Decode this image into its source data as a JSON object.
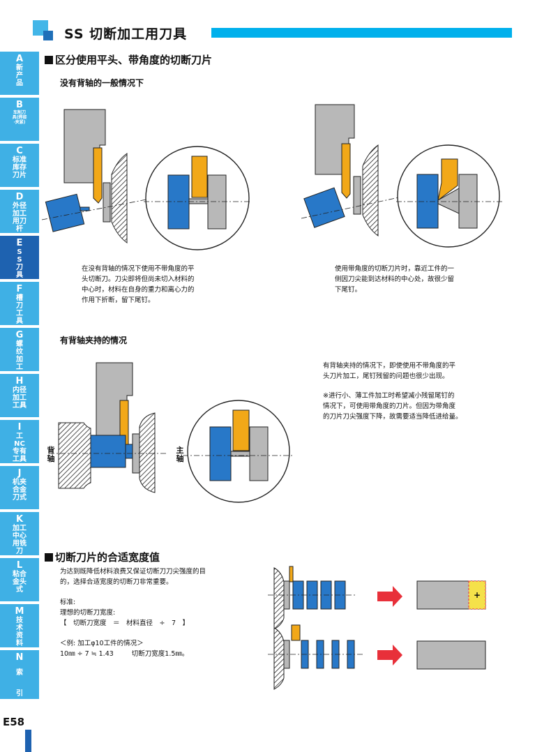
{
  "header": {
    "title": "SS 切断加工用刀具"
  },
  "sidebar": {
    "tabs": [
      {
        "letter": "A",
        "label": "新产品"
      },
      {
        "letter": "B",
        "label": "车削刀具(焊接·夹紧)"
      },
      {
        "letter": "C",
        "label": "标准库存刀片"
      },
      {
        "letter": "D",
        "label": "外径加工用刀杆"
      },
      {
        "letter": "E",
        "label": "SS刀具"
      },
      {
        "letter": "F",
        "label": "槽刀工具"
      },
      {
        "letter": "G",
        "label": "螺纹加工"
      },
      {
        "letter": "H",
        "label": "内径加工工具"
      },
      {
        "letter": "I",
        "label": "工NC专有工具"
      },
      {
        "letter": "J",
        "label": "机夹合金刀式"
      },
      {
        "letter": "K",
        "label": "加工中心用铣刀"
      },
      {
        "letter": "L",
        "label": "粘合金头式"
      },
      {
        "letter": "M",
        "label": "技术资料"
      },
      {
        "letter": "N",
        "label": "索引"
      }
    ]
  },
  "section1": {
    "title": "区分使用平头、带角度的切断刀片",
    "sub1": "没有背轴的一般情况下",
    "para_left": [
      "在没有背轴的情况下使用不带角度的平",
      "头切断刀。刀尖即将但尚未切入材料的",
      "中心时，材料在自身的重力和离心力的",
      "作用下折断，留下尾钉。"
    ],
    "para_right": [
      "使用带角度的切断刀片时，靠近工件的一",
      "侧因刀尖能到达材料的中心处，故很少留",
      "下尾钉。"
    ],
    "sub2": "有背轴夹持的情况",
    "label_back": "背轴",
    "label_main": "主轴",
    "para_sub2": [
      "有背轴夹持的情况下，即使使用不带角度的平",
      "头刀片加工，尾钉残留的问题也很少出现。"
    ],
    "para_note": [
      "※进行小、薄工件加工时希望减小残留尾钉的",
      "情况下，可使用带角度的刀片。但因为带角度",
      "的刀片刀尖强度下降，故需要适当降低进给量。"
    ]
  },
  "section2": {
    "title": "切断刀片的合适宽度值",
    "intro": [
      "为达到既降低材料浪费又保证切断刀刀尖强度的目",
      "的，选择合适宽度的切断刀非常重要。"
    ],
    "std_label": "标准:",
    "std_desc": "理想的切断刀宽度:",
    "formula": "【　切断刀宽度　＝　材料直径　÷　7　】",
    "example": "＜例: 加工φ10工件的情况＞",
    "calc": "10㎜ ÷ 7 ≒ 1.43",
    "result": "切断刀宽度1.5㎜。",
    "plus": "+"
  },
  "footer": {
    "page": "E58"
  },
  "colors": {
    "accent": "#00b0ec",
    "tab": "#3fb0e5",
    "tab_active": "#1e62b0",
    "blue": "#2878c8",
    "orange": "#f2a818",
    "gray": "#b8b8b8",
    "arrow": "#e8303a",
    "yellow": "#f5e14a"
  }
}
